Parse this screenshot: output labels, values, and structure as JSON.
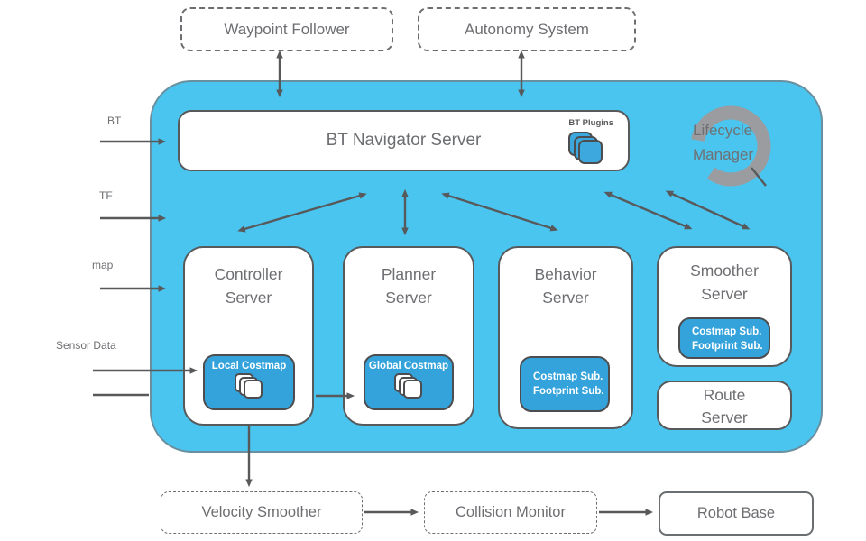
{
  "colors": {
    "container_blue": "#4ac5f0",
    "sub_box_blue": "#35a3db",
    "plugin_square_blue": "#3da8de",
    "box_border_gray": "#58595b",
    "dash_border_gray": "#6d6e71",
    "text_gray": "#6d6e71",
    "arrow_gray": "#58595b",
    "lifecycle_ring_gray": "#9a9ca0",
    "white": "#ffffff"
  },
  "external": {
    "waypoint_follower": "Waypoint Follower",
    "autonomy_system": "Autonomy System",
    "velocity_smoother": "Velocity Smoother",
    "collision_monitor": "Collision Monitor",
    "robot_base": "Robot Base"
  },
  "inputs": {
    "bt": "BT",
    "tf": "TF",
    "map": "map",
    "sensor": "Sensor Data"
  },
  "container": {
    "bt_navigator": {
      "title": "BT Navigator Server",
      "plugins_label": "BT Plugins",
      "plugins_icon": "stacked-squares-icon"
    },
    "lifecycle_manager": {
      "line1": "Lifecycle",
      "line2": "Manager",
      "icon": "lifecycle-loop-icon"
    },
    "servers": {
      "controller": {
        "line1": "Controller",
        "line2": "Server",
        "costmap": "Local Costmap",
        "costmap_icon": "stacked-squares-icon"
      },
      "planner": {
        "line1": "Planner",
        "line2": "Server",
        "costmap": "Global Costmap",
        "costmap_icon": "stacked-squares-icon"
      },
      "behavior": {
        "line1": "Behavior",
        "line2": "Server",
        "sub1": "Costmap Sub.",
        "sub2": "Footprint Sub."
      },
      "smoother": {
        "line1": "Smoother",
        "line2": "Server",
        "sub1": "Costmap Sub.",
        "sub2": "Footprint Sub."
      },
      "route": {
        "line1": "Route",
        "line2": "Server"
      }
    }
  }
}
